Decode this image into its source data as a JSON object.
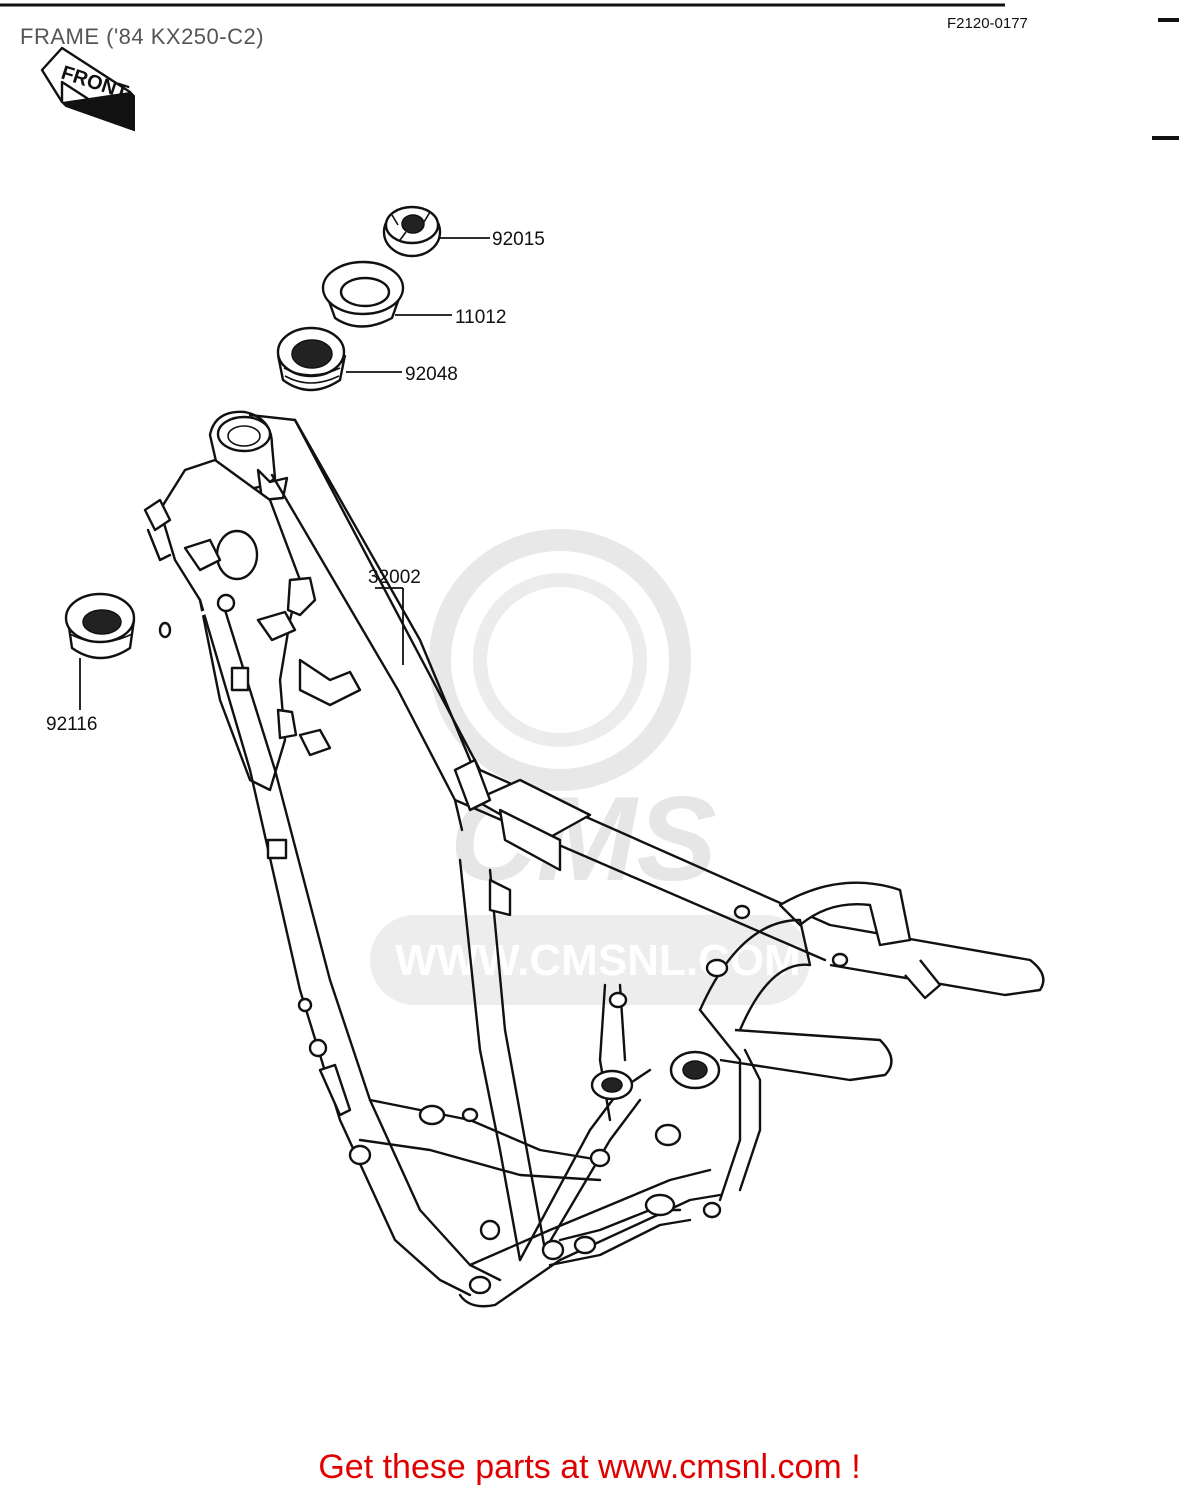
{
  "title": "FRAME ('84 KX250-C2)",
  "reference": "F2120-0177",
  "front_label": "FRONT",
  "watermark": {
    "logo_text": "CMS",
    "url_text": "WWW.CMSNL.COM"
  },
  "parts": [
    {
      "number": "92015",
      "name": "nut-part-92015"
    },
    {
      "number": "11012",
      "name": "cap-part-11012"
    },
    {
      "number": "92048",
      "name": "grommet-part-92048"
    },
    {
      "number": "32002",
      "name": "frame-part-32002"
    },
    {
      "number": "92116",
      "name": "bushing-part-92116"
    }
  ],
  "footer": {
    "link_text": "Get these parts at www.cmsnl.com !"
  },
  "colors": {
    "footer_link": "#e00000",
    "title": "#555555",
    "line_art": "#111111",
    "watermark": "#e6e6e6"
  }
}
